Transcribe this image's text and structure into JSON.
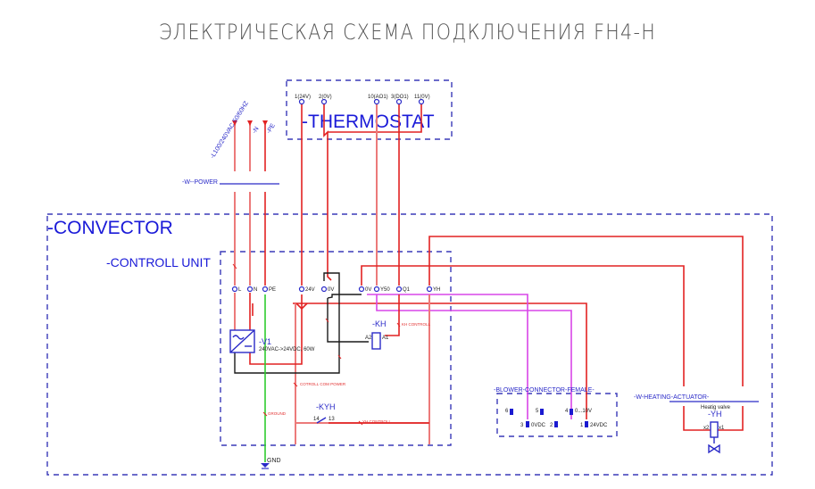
{
  "page": {
    "title": "ЭЛЕКТРИЧЕСКАЯ СХЕМА ПОДКЛЮЧЕНИЯ FH4-H"
  },
  "diagram": {
    "thermostat": {
      "label": "-THERMOSTAT",
      "terminals": [
        "1(24V)",
        "2(0V)",
        "10(AO1)",
        "3(DO1)",
        "11(0V)"
      ]
    },
    "power": {
      "supply_labels": [
        "-L100/240VAC 50/60HZ",
        "-N",
        "-PE"
      ],
      "cable_label": "-W--POWER"
    },
    "convector": {
      "label": "-CONVECTOR"
    },
    "control_unit": {
      "label": "-CONTROLL UNIT",
      "terminals": [
        "L",
        "N",
        "PE",
        "24V",
        "0V",
        "0V",
        "Y50",
        "Q1",
        "YH"
      ]
    },
    "psu": {
      "ref": "-V1",
      "spec": "240VAC->24VDC, 60W"
    },
    "relay_kh": {
      "ref": "-KH",
      "pins": [
        "A2",
        "A1"
      ],
      "wire_label": "KH CONTROLL"
    },
    "relay_kyh": {
      "ref": "-KYH",
      "pins": [
        "14",
        "13"
      ],
      "wire_label": "YH CONTROLL"
    },
    "wire_labels": {
      "com_power": "COTROLL COM POWER",
      "ground": "GROUND",
      "gnd": "GND"
    },
    "blower_connector": {
      "label": "-BLOWER-CONNECTOR-FEMALE-",
      "pins_top": [
        {
          "num": "6",
          "label": ""
        },
        {
          "num": "5",
          "label": ""
        },
        {
          "num": "4",
          "label": "0...10V"
        }
      ],
      "pins_bottom": [
        {
          "num": "3",
          "label": "0VDC"
        },
        {
          "num": "2",
          "label": ""
        },
        {
          "num": "1",
          "label": "24VDC"
        }
      ]
    },
    "heating_actuator": {
      "cable_label": "-W-HEATING-ACTUATOR-",
      "desc": "Heatig valve",
      "ref": "-YH",
      "pins": [
        "x2",
        "x1"
      ]
    },
    "colors": {
      "power_wire": "#e22222",
      "signal_wire": "#d846e8",
      "ground_wire": "#2ecc2e",
      "internal_wire": "#1a1a1a",
      "frame": "#3a3ab8",
      "label": "#1a1ad8"
    }
  }
}
